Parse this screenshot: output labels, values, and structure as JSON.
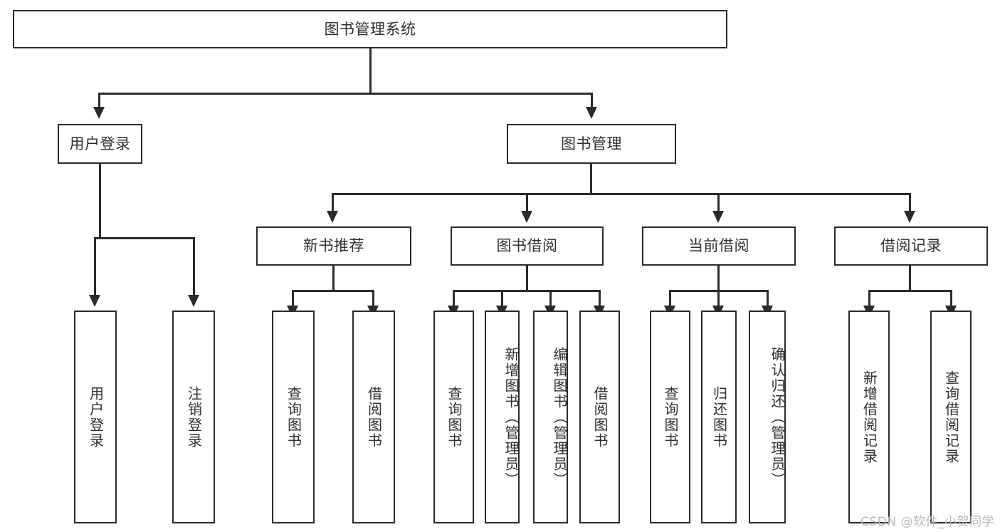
{
  "diagram": {
    "title": "图书管理系统",
    "watermark": "CSDN @软件_小贺同学",
    "root": {
      "label": "图书管理系统"
    },
    "level2": [
      {
        "label": "用户登录"
      },
      {
        "label": "图书管理"
      }
    ],
    "level3": [
      {
        "label": "新书推荐"
      },
      {
        "label": "图书借阅"
      },
      {
        "label": "当前借阅"
      },
      {
        "label": "借阅记录"
      }
    ],
    "leaves": [
      {
        "label": "用户登录"
      },
      {
        "label": "注销登录"
      },
      {
        "label": "查询图书"
      },
      {
        "label": "借阅图书"
      },
      {
        "label": "查询图书"
      },
      {
        "label": "新增图书（管理员）"
      },
      {
        "label": "编辑图书（管理员）"
      },
      {
        "label": "借阅图书"
      },
      {
        "label": "查询图书"
      },
      {
        "label": "归还图书"
      },
      {
        "label": "确认归还（管理员）"
      },
      {
        "label": "新增借阅记录"
      },
      {
        "label": "查询借阅记录"
      }
    ],
    "colors": {
      "stroke": "#2b2b2b",
      "text": "#2f2f2f",
      "background": "#ffffff",
      "watermark": "#b9b9b9"
    }
  }
}
